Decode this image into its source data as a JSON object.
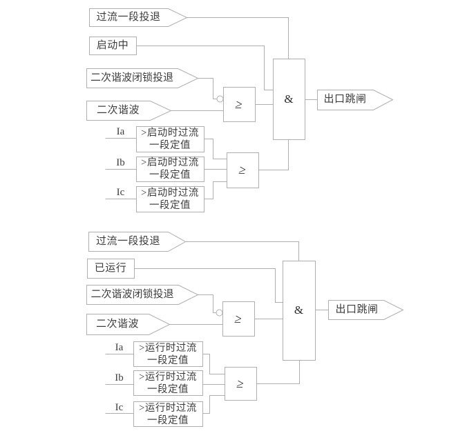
{
  "canvas": {
    "background": "#ffffff",
    "line_color": "#aeaeae",
    "text_color": "#3c3c3c"
  },
  "diagram_top": {
    "input_overcurrent_enable": "过流一段投退",
    "input_starting": "启动中",
    "input_harmonic_block_enable": "二次谐波闭锁投退",
    "input_harmonic": "二次谐波",
    "or_gate_symbol": "≥",
    "and_gate_symbol": "&",
    "output_trip": "出口跳闸",
    "or_gate2_symbol": "≥",
    "phases": [
      {
        "label": "Ia",
        "setting_line1": ">启动时过流",
        "setting_line2": "一段定值"
      },
      {
        "label": "Ib",
        "setting_line1": ">启动时过流",
        "setting_line2": "一段定值"
      },
      {
        "label": "Ic",
        "setting_line1": ">启动时过流",
        "setting_line2": "一段定值"
      }
    ]
  },
  "diagram_bottom": {
    "input_overcurrent_enable": "过流一段投退",
    "input_running": "已运行",
    "input_harmonic_block_enable": "二次谐波闭锁投退",
    "input_harmonic": "二次谐波",
    "or_gate_symbol": "≥",
    "and_gate_symbol": "&",
    "output_trip": "出口跳闸",
    "or_gate2_symbol": "≥",
    "phases": [
      {
        "label": "Ia",
        "setting_line1": ">运行时过流",
        "setting_line2": "一段定值"
      },
      {
        "label": "Ib",
        "setting_line1": ">运行时过流",
        "setting_line2": "一段定值"
      },
      {
        "label": "Ic",
        "setting_line1": ">运行时过流",
        "setting_line2": "一段定值"
      }
    ]
  }
}
